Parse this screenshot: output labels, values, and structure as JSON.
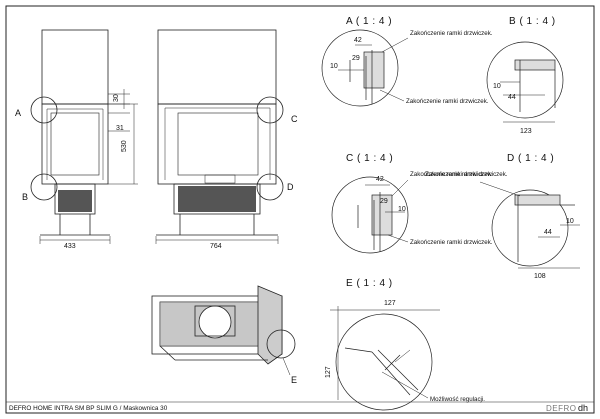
{
  "title_block": {
    "text": "DEFRO HOME INTRA SM BP SLIM G / Maskownica 30",
    "logo": "DEFRO"
  },
  "views": {
    "left": {
      "callouts": [
        "A",
        "B"
      ],
      "dims": {
        "top": "30",
        "side_upper": "31",
        "height": "530",
        "width": "433"
      }
    },
    "right": {
      "callouts": [
        "C",
        "D"
      ],
      "dims": {
        "width": "764"
      }
    },
    "bottom": {
      "callouts": [
        "E"
      ]
    }
  },
  "details": {
    "A": {
      "label": "A ( 1 : 4 )",
      "dims": [
        "42",
        "29",
        "10"
      ],
      "notes": [
        "Zakończenie ramki drzwiczek.",
        "Zakończenie ramki drzwiczek."
      ]
    },
    "B": {
      "label": "B ( 1 : 4 )",
      "dims": [
        "10",
        "44",
        "123"
      ]
    },
    "C": {
      "label": "C ( 1 : 4 )",
      "dims": [
        "42",
        "29",
        "10"
      ],
      "notes": [
        "Zakończenie ramki drzwiczek.",
        "Zakończenie ramki drzwiczek."
      ]
    },
    "D": {
      "label": "D ( 1 : 4 )",
      "dims": [
        "10",
        "44",
        "108"
      ],
      "notes": [
        "Zakończenie ramki drzwiczek."
      ]
    },
    "E": {
      "label": "E ( 1 : 4 )",
      "dims": [
        "127",
        "127"
      ],
      "notes": [
        "Możliwość regulacji."
      ]
    }
  }
}
